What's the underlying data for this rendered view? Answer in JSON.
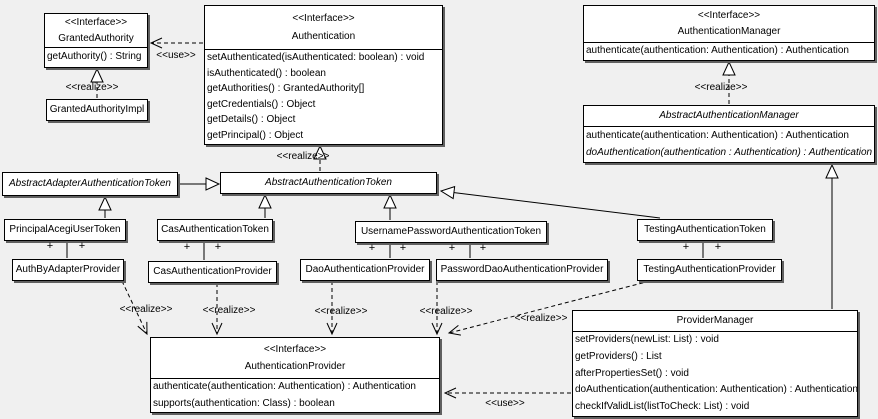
{
  "labels": {
    "use": "<<use>>",
    "realize": "<<realize>>",
    "plus": "+"
  },
  "classes": [
    {
      "stereotype": "<<Interface>>",
      "name": "GrantedAuthority",
      "methods": [
        "getAuthority() : String"
      ]
    },
    {
      "name": "GrantedAuthorityImpl",
      "methods": []
    },
    {
      "stereotype": "<<Interface>>",
      "name": "Authentication",
      "methods": [
        "setAuthenticated(isAuthenticated: boolean) : void",
        "isAuthenticated() : boolean",
        "getAuthorities() : GrantedAuthority[]",
        "getCredentials() : Object",
        "getDetails() : Object",
        "getPrincipal() : Object"
      ]
    },
    {
      "stereotype": "<<Interface>>",
      "name": "AuthenticationManager",
      "methods": [
        "authenticate(authentication: Authentication) : Authentication"
      ]
    },
    {
      "name": "AbstractAuthenticationManager",
      "abstract": true,
      "methods": [
        "authenticate(authentication: Authentication) : Authentication",
        "doAuthentication(authentication : Authentication) : Authentication"
      ]
    },
    {
      "name": "AbstractAdapterAuthenticationToken",
      "abstract": true,
      "methods": []
    },
    {
      "name": "AbstractAuthenticationToken",
      "abstract": true,
      "methods": []
    },
    {
      "name": "PrincipalAcegiUserToken",
      "methods": []
    },
    {
      "name": "CasAuthenticationToken",
      "methods": []
    },
    {
      "name": "UsernamePasswordAuthenticationToken",
      "methods": []
    },
    {
      "name": "TestingAuthenticationToken",
      "methods": []
    },
    {
      "name": "AuthByAdapterProvider",
      "methods": []
    },
    {
      "name": "CasAuthenticationProvider",
      "methods": []
    },
    {
      "name": "DaoAuthenticationProvider",
      "methods": []
    },
    {
      "name": "PasswordDaoAuthenticationProvider",
      "methods": []
    },
    {
      "name": "TestingAuthenticationProvider",
      "methods": []
    },
    {
      "name": "ProviderManager",
      "methods": [
        "setProviders(newList: List) : void",
        "getProviders() : List",
        "afterPropertiesSet() : void",
        "doAuthentication(authentication: Authentication) : Authentication",
        "checkIfValidList(listToCheck: List) : void"
      ]
    },
    {
      "stereotype": "<<Interface>>",
      "name": "AuthenticationProvider",
      "methods": [
        "authenticate(authentication: Authentication) : Authentication",
        "supports(authentication: Class) : boolean"
      ]
    }
  ],
  "relationships": [
    {
      "from": "Authentication",
      "to": "GrantedAuthority",
      "type": "use"
    },
    {
      "from": "GrantedAuthorityImpl",
      "to": "GrantedAuthority",
      "type": "realize"
    },
    {
      "from": "AbstractAuthenticationToken",
      "to": "Authentication",
      "type": "realize"
    },
    {
      "from": "AbstractAuthenticationManager",
      "to": "AuthenticationManager",
      "type": "realize"
    },
    {
      "from": "AbstractAdapterAuthenticationToken",
      "to": "AbstractAuthenticationToken",
      "type": "generalization"
    },
    {
      "from": "PrincipalAcegiUserToken",
      "to": "AbstractAdapterAuthenticationToken",
      "type": "generalization"
    },
    {
      "from": "CasAuthenticationToken",
      "to": "AbstractAuthenticationToken",
      "type": "generalization"
    },
    {
      "from": "UsernamePasswordAuthenticationToken",
      "to": "AbstractAuthenticationToken",
      "type": "generalization"
    },
    {
      "from": "TestingAuthenticationToken",
      "to": "AbstractAuthenticationToken",
      "type": "generalization"
    },
    {
      "from": "ProviderManager",
      "to": "AbstractAuthenticationManager",
      "type": "generalization"
    },
    {
      "from": "PrincipalAcegiUserToken",
      "to": "AuthByAdapterProvider",
      "type": "association",
      "ends": "+ +"
    },
    {
      "from": "CasAuthenticationToken",
      "to": "CasAuthenticationProvider",
      "type": "association",
      "ends": "+ +"
    },
    {
      "from": "UsernamePasswordAuthenticationToken",
      "to": "DaoAuthenticationProvider",
      "type": "association",
      "ends": "+ +"
    },
    {
      "from": "UsernamePasswordAuthenticationToken",
      "to": "PasswordDaoAuthenticationProvider",
      "type": "association",
      "ends": "+ +"
    },
    {
      "from": "TestingAuthenticationToken",
      "to": "TestingAuthenticationProvider",
      "type": "association",
      "ends": "+ +"
    },
    {
      "from": "AuthByAdapterProvider",
      "to": "AuthenticationProvider",
      "type": "realize"
    },
    {
      "from": "CasAuthenticationProvider",
      "to": "AuthenticationProvider",
      "type": "realize"
    },
    {
      "from": "DaoAuthenticationProvider",
      "to": "AuthenticationProvider",
      "type": "realize"
    },
    {
      "from": "PasswordDaoAuthenticationProvider",
      "to": "AuthenticationProvider",
      "type": "realize"
    },
    {
      "from": "TestingAuthenticationProvider",
      "to": "AuthenticationProvider",
      "type": "realize"
    },
    {
      "from": "ProviderManager",
      "to": "AuthenticationProvider",
      "type": "use"
    }
  ]
}
